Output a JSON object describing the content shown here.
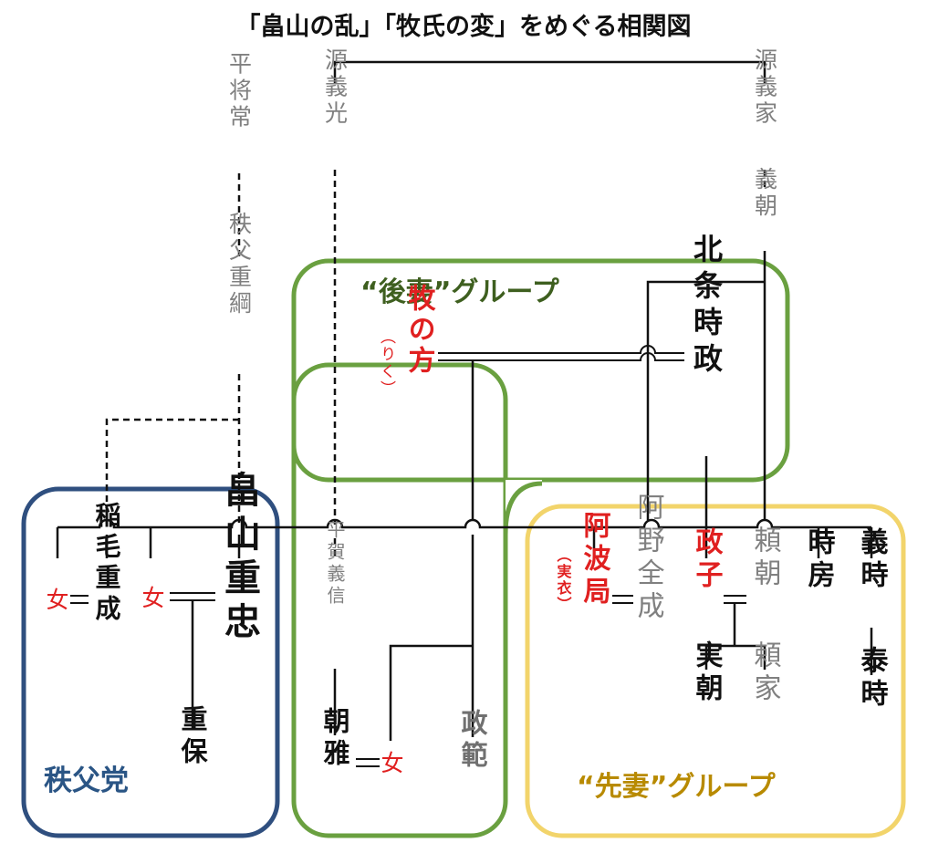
{
  "title": "「畠山の乱」「牧氏の変」をめぐる相関図",
  "groups": {
    "chichibu": "秩父党",
    "gosai": "“後妻”グループ",
    "sensai": "“先妻”グループ"
  },
  "ancestors": {
    "taira_masakado": "平将常",
    "chichibu_shigetsuna": "秩父重綱",
    "minamoto_yoshimitsu": "源義光",
    "minamoto_yoshiie": "源義家",
    "minamoto_yoshitomo": "義朝"
  },
  "people": {
    "makinokata": "牧の方",
    "makinokata_reading": "（りく）",
    "hojo_tokimasa": "北条時政",
    "woman_1": "女",
    "inage_shigenari": "稲毛重成",
    "woman_2": "女",
    "hatakeyama_shigetada": "畠山重忠",
    "shigeyasu": "重保",
    "hiraga_yoshinobu": "平賀義信",
    "tomomasa": "朝雅",
    "woman_3": "女",
    "masanori": "政範",
    "awanotsubone": "阿波局",
    "awanotsubone_reading": "（実衣）",
    "ano_zenjo": "阿野全成",
    "masako": "政子",
    "yoritomo": "頼朝",
    "tokifusa": "時房",
    "yoshitoki": "義時",
    "sanetomo": "実朝",
    "yoriie": "頼家",
    "yasutoki": "泰時"
  },
  "colors": {
    "chichibu_border": "#2f4f7f",
    "gosai_border": "#6aa040",
    "sensai_border": "#f2d46b",
    "chichibu_label": "#2a5585",
    "gosai_label": "#3e5f1f",
    "sensai_label": "#b88a00",
    "red": "#e02020",
    "gray": "#808080",
    "black": "#111111"
  }
}
